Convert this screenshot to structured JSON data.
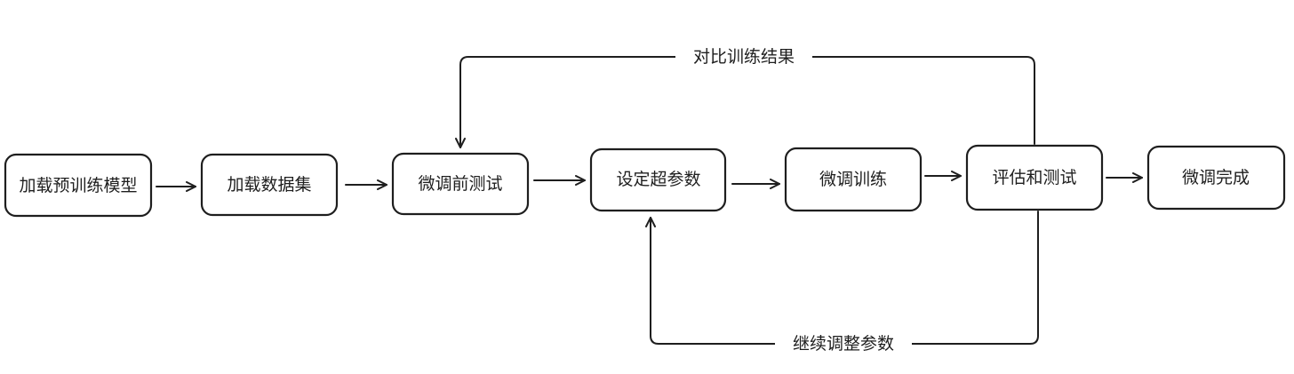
{
  "diagram": {
    "nodes": [
      {
        "id": "load-pretrained-model",
        "label": "加载预训练模型"
      },
      {
        "id": "load-dataset",
        "label": "加载数据集"
      },
      {
        "id": "pre-finetune-test",
        "label": "微调前测试"
      },
      {
        "id": "set-hyperparameters",
        "label": "设定超参数"
      },
      {
        "id": "finetune-training",
        "label": "微调训练"
      },
      {
        "id": "evaluate-and-test",
        "label": "评估和测试"
      },
      {
        "id": "finetune-complete",
        "label": "微调完成"
      }
    ],
    "edges": [
      {
        "from": "load-pretrained-model",
        "to": "load-dataset",
        "label": ""
      },
      {
        "from": "load-dataset",
        "to": "pre-finetune-test",
        "label": ""
      },
      {
        "from": "pre-finetune-test",
        "to": "set-hyperparameters",
        "label": ""
      },
      {
        "from": "set-hyperparameters",
        "to": "finetune-training",
        "label": ""
      },
      {
        "from": "finetune-training",
        "to": "evaluate-and-test",
        "label": ""
      },
      {
        "from": "evaluate-and-test",
        "to": "finetune-complete",
        "label": ""
      },
      {
        "from": "evaluate-and-test",
        "to": "pre-finetune-test",
        "label": "对比训练结果"
      },
      {
        "from": "evaluate-and-test",
        "to": "set-hyperparameters",
        "label": "继续调整参数"
      }
    ],
    "colors": {
      "stroke": "#1e1e1e",
      "fill": "#ffffff",
      "background": "#ffffff"
    }
  }
}
